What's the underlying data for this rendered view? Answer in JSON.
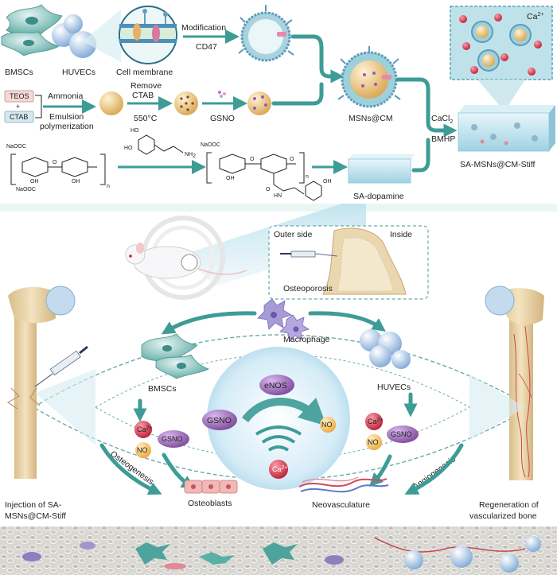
{
  "top": {
    "bmscs": "BMSCs",
    "huvecs": "HUVECs",
    "cell_membrane": "Cell membrane",
    "modification": "Modification",
    "cd47": "CD47",
    "teos": "TEOS",
    "plus": "+",
    "ctab": "CTAB",
    "ammonia": "Ammonia",
    "emulsion1": "Emulsion",
    "emulsion2": "polymerization",
    "remove": "Remove",
    "ctab2": "CTAB",
    "temp": "550°C",
    "gsno": "GSNO",
    "msns_cm": "MSNs@CM",
    "cacl2": "CaCl",
    "cacl2_sub": "2",
    "bmhp": "BMHP",
    "ca2": "Ca",
    "ca2_sup": "2+",
    "product": "SA-MSNs@CM-Stiff"
  },
  "chem": {
    "naooc1": "NaOOC",
    "naooc2": "NaOOC",
    "naooc3": "NaOOC",
    "ho1": "HO",
    "ho2": "HO",
    "nh2": "NH",
    "nh2_sub": "2",
    "oh1": "OH",
    "oh2": "OH",
    "oh3": "OH",
    "oh4": "OH",
    "o1": "O",
    "o2": "O",
    "o3": "O",
    "n1": "n",
    "n2": "n",
    "hn": "HN",
    "o_amide": "O",
    "sa_dopamine": "SA-dopamine"
  },
  "middle": {
    "outer_side": "Outer side",
    "inside": "Inside",
    "osteoporosis": "Osteoporosis"
  },
  "bottom": {
    "macrophage": "Macrophage",
    "bmscs": "BMSCs",
    "huvecs": "HUVECs",
    "enos": "eNOS",
    "gsno_center": "GSNO",
    "no_center": "NO",
    "ca_center": "Ca",
    "ca_center_sup": "2+",
    "ca_left": "Ca",
    "ca_left_sup": "2+",
    "no_left": "NO",
    "gsno_left": "GSNO",
    "ca_right": "Ca",
    "ca_right_sup": "2+",
    "no_right": "NO",
    "gsno_right": "GSNO",
    "osteogenesis": "Osteogenesis",
    "angiogenesis": "Angiogenesis",
    "osteoblasts": "Osteoblasts",
    "neovasculature": "Neovasculature",
    "injection1": "Injection of SA-",
    "injection2": "MSNs@CM-Stiff",
    "regen1": "Regeneration of",
    "regen2": "vascularized bone"
  },
  "colors": {
    "teal": "#3d9c96",
    "bone": "#ecd7ae",
    "ca_red": "#c8283c",
    "gsno_purple": "#8a5aa8",
    "no_orange": "#f0b24a"
  }
}
